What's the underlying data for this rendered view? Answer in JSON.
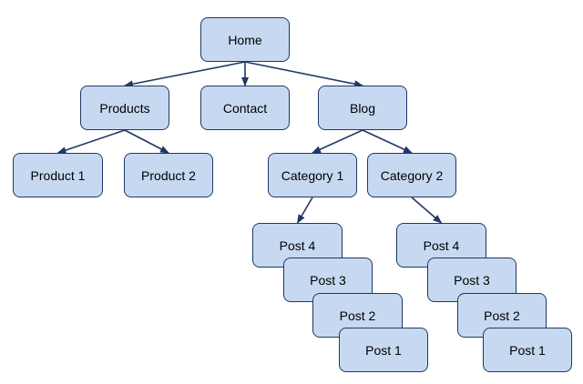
{
  "diagram": {
    "type": "sitemap-tree",
    "colors": {
      "node_fill": "#c6d9f1",
      "node_border": "#1f3864",
      "edge": "#1f3864"
    },
    "nodes": [
      {
        "id": "home",
        "label": "Home"
      },
      {
        "id": "products",
        "label": "Products"
      },
      {
        "id": "contact",
        "label": "Contact"
      },
      {
        "id": "blog",
        "label": "Blog"
      },
      {
        "id": "product1",
        "label": "Product 1"
      },
      {
        "id": "product2",
        "label": "Product 2"
      },
      {
        "id": "category1",
        "label": "Category 1"
      },
      {
        "id": "category2",
        "label": "Category 2"
      },
      {
        "id": "c1post4",
        "label": "Post 4"
      },
      {
        "id": "c1post3",
        "label": "Post 3"
      },
      {
        "id": "c1post2",
        "label": "Post 2"
      },
      {
        "id": "c1post1",
        "label": "Post 1"
      },
      {
        "id": "c2post4",
        "label": "Post 4"
      },
      {
        "id": "c2post3",
        "label": "Post 3"
      },
      {
        "id": "c2post2",
        "label": "Post 2"
      },
      {
        "id": "c2post1",
        "label": "Post 1"
      }
    ],
    "edges": [
      {
        "from": "home",
        "to": "products"
      },
      {
        "from": "home",
        "to": "contact"
      },
      {
        "from": "home",
        "to": "blog"
      },
      {
        "from": "products",
        "to": "product1"
      },
      {
        "from": "products",
        "to": "product2"
      },
      {
        "from": "blog",
        "to": "category1"
      },
      {
        "from": "blog",
        "to": "category2"
      },
      {
        "from": "category1",
        "to": "c1post4"
      },
      {
        "from": "category2",
        "to": "c2post4"
      }
    ]
  }
}
